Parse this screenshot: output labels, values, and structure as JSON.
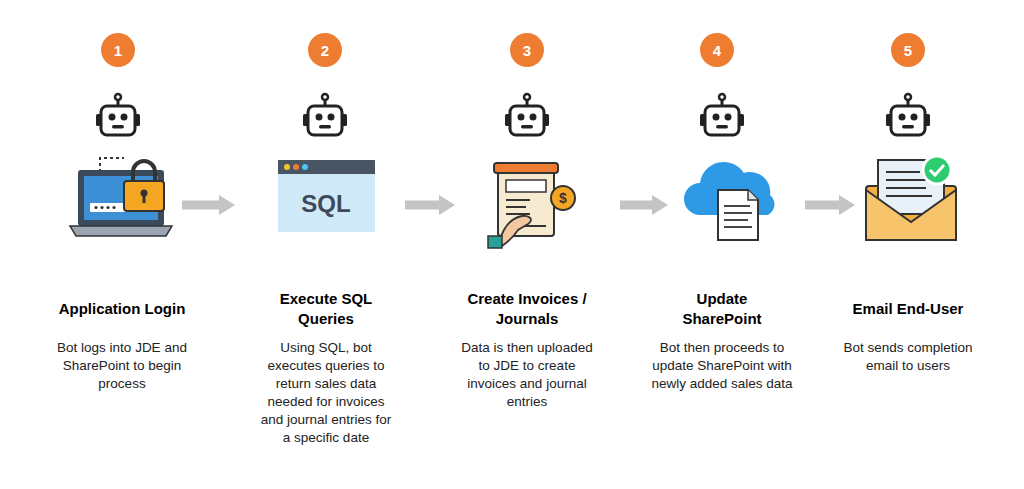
{
  "diagram": {
    "nodes": [
      {
        "text": [
          "Application Login",
          "Bot logs into JDE and SharePoint to begin process"
        ]
      },
      {
        "text": [
          "Execute SQL Queries",
          "Using SQL, bot executes queries to return sales data needed for invoices and journal entries for a specific date"
        ]
      },
      {
        "text": [
          "Create Invoices / Journals",
          "Data is then uploaded to JDE to create invoices and journal entries"
        ]
      },
      {
        "text": [
          "Update SharePoint",
          "Bot then proceeds to update SharePoint with newly added sales data"
        ]
      },
      {
        "text": [
          "Email End-User",
          "Bot sends completion email to users"
        ]
      }
    ],
    "edges": [
      {
        "from": 0,
        "to": 1,
        "arrow": "to"
      },
      {
        "from": 1,
        "to": 2,
        "arrow": "to"
      },
      {
        "from": 2,
        "to": 3,
        "arrow": "to"
      },
      {
        "from": 3,
        "to": 4,
        "arrow": "to"
      }
    ],
    "labels": [
      "1",
      "2",
      "3",
      "4",
      "5",
      "SQL",
      "$"
    ]
  }
}
